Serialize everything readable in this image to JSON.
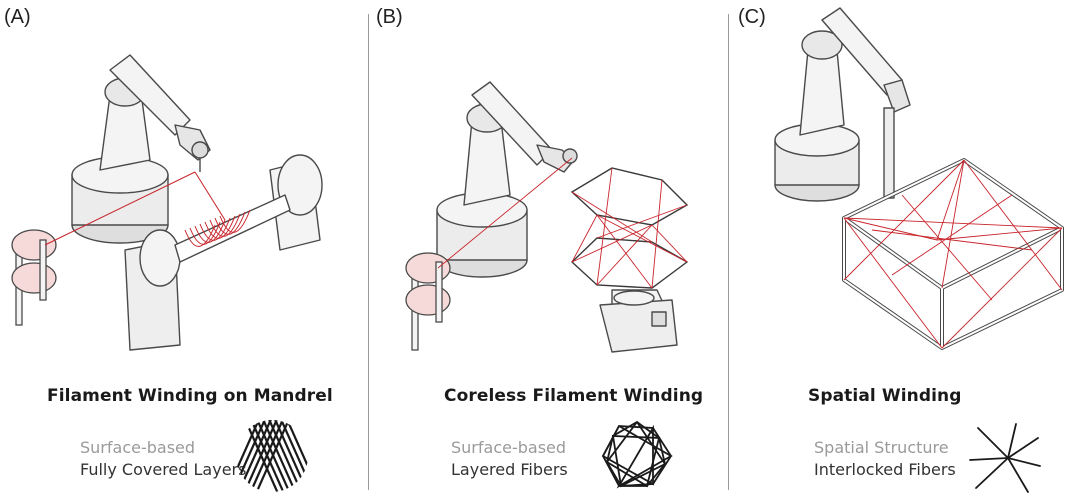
{
  "panels": [
    {
      "label": "(A)",
      "title": "Filament Winding on Mandrel",
      "category": "Surface-based",
      "description": "Fully Covered Layers",
      "glyph_icon": "diagonal-weave-circle-icon"
    },
    {
      "label": "(B)",
      "title": "Coreless Filament Winding",
      "category": "Surface-based",
      "description": "Layered Fibers",
      "glyph_icon": "star-polygon-fibers-icon"
    },
    {
      "label": "(C)",
      "title": "Spatial Winding",
      "category": "Spatial Structure",
      "description": "Interlocked Fibers",
      "glyph_icon": "radiating-lines-icon"
    }
  ],
  "colors": {
    "fiber_red": "#c8242b",
    "machine_fill": "#f4f4f4",
    "machine_shade": "#dedede",
    "outline": "#4a4a4a",
    "muted_text": "#9a9a9a"
  }
}
